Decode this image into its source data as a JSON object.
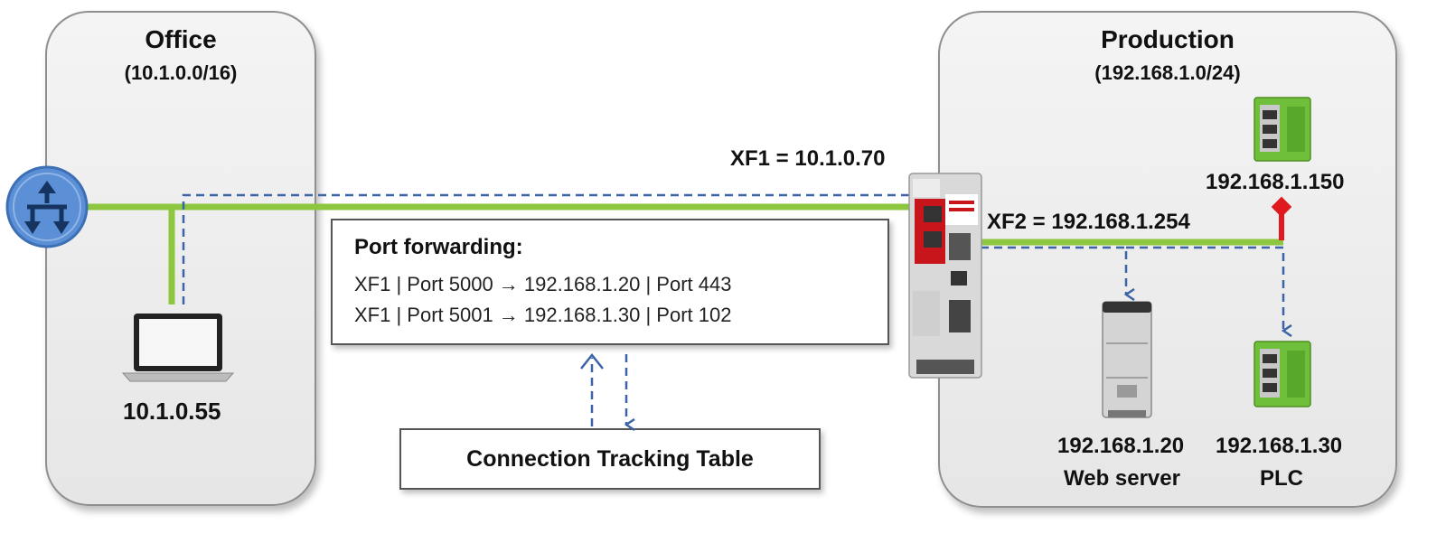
{
  "zones": {
    "office": {
      "title": "Office",
      "subnet": "(10.1.0.0/16)"
    },
    "production": {
      "title": "Production",
      "subnet": "(192.168.1.0/24)"
    }
  },
  "labels": {
    "laptop_ip": "10.1.0.55",
    "xf1": "XF1 = 10.1.0.70",
    "xf2": "XF2 = 192.168.1.254",
    "plc_top_ip": "192.168.1.150",
    "web_server_ip": "192.168.1.20",
    "web_server_name": "Web server",
    "plc_ip": "192.168.1.30",
    "plc_name": "PLC"
  },
  "port_forwarding": {
    "title": "Port forwarding:",
    "rules": [
      {
        "text": "XF1 | Port 5000 → 192.168.1.20 | Port 443"
      },
      {
        "text": "XF1 | Port 5001 → 192.168.1.30 | Port 102"
      }
    ]
  },
  "connection_tracking": {
    "label": "Connection Tracking Table"
  },
  "icons": {
    "router": "router-icon",
    "laptop": "laptop-icon",
    "firewall": "firewall-device-icon",
    "server": "web-server-icon",
    "plc": "plc-icon"
  },
  "colors": {
    "link_green": "#8dc63f",
    "dashed_blue": "#3a63a8",
    "router_blue": "#5b8fd6",
    "red_block": "#e0191e"
  }
}
